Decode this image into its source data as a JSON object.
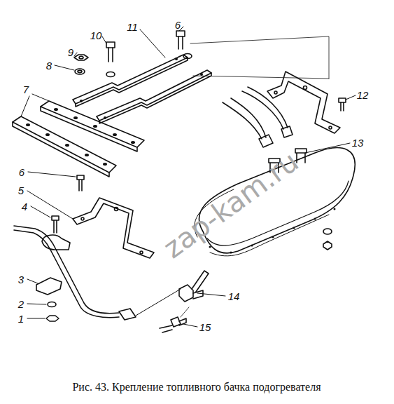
{
  "diagram": {
    "caption": "Рис. 43. Крепление топливного бачка подогревателя",
    "labels": [
      "1",
      "2",
      "3",
      "4",
      "5",
      "6",
      "7",
      "8",
      "9",
      "10",
      "11",
      "6",
      "12",
      "13",
      "14",
      "15",
      "zap-kam.ru"
    ]
  }
}
